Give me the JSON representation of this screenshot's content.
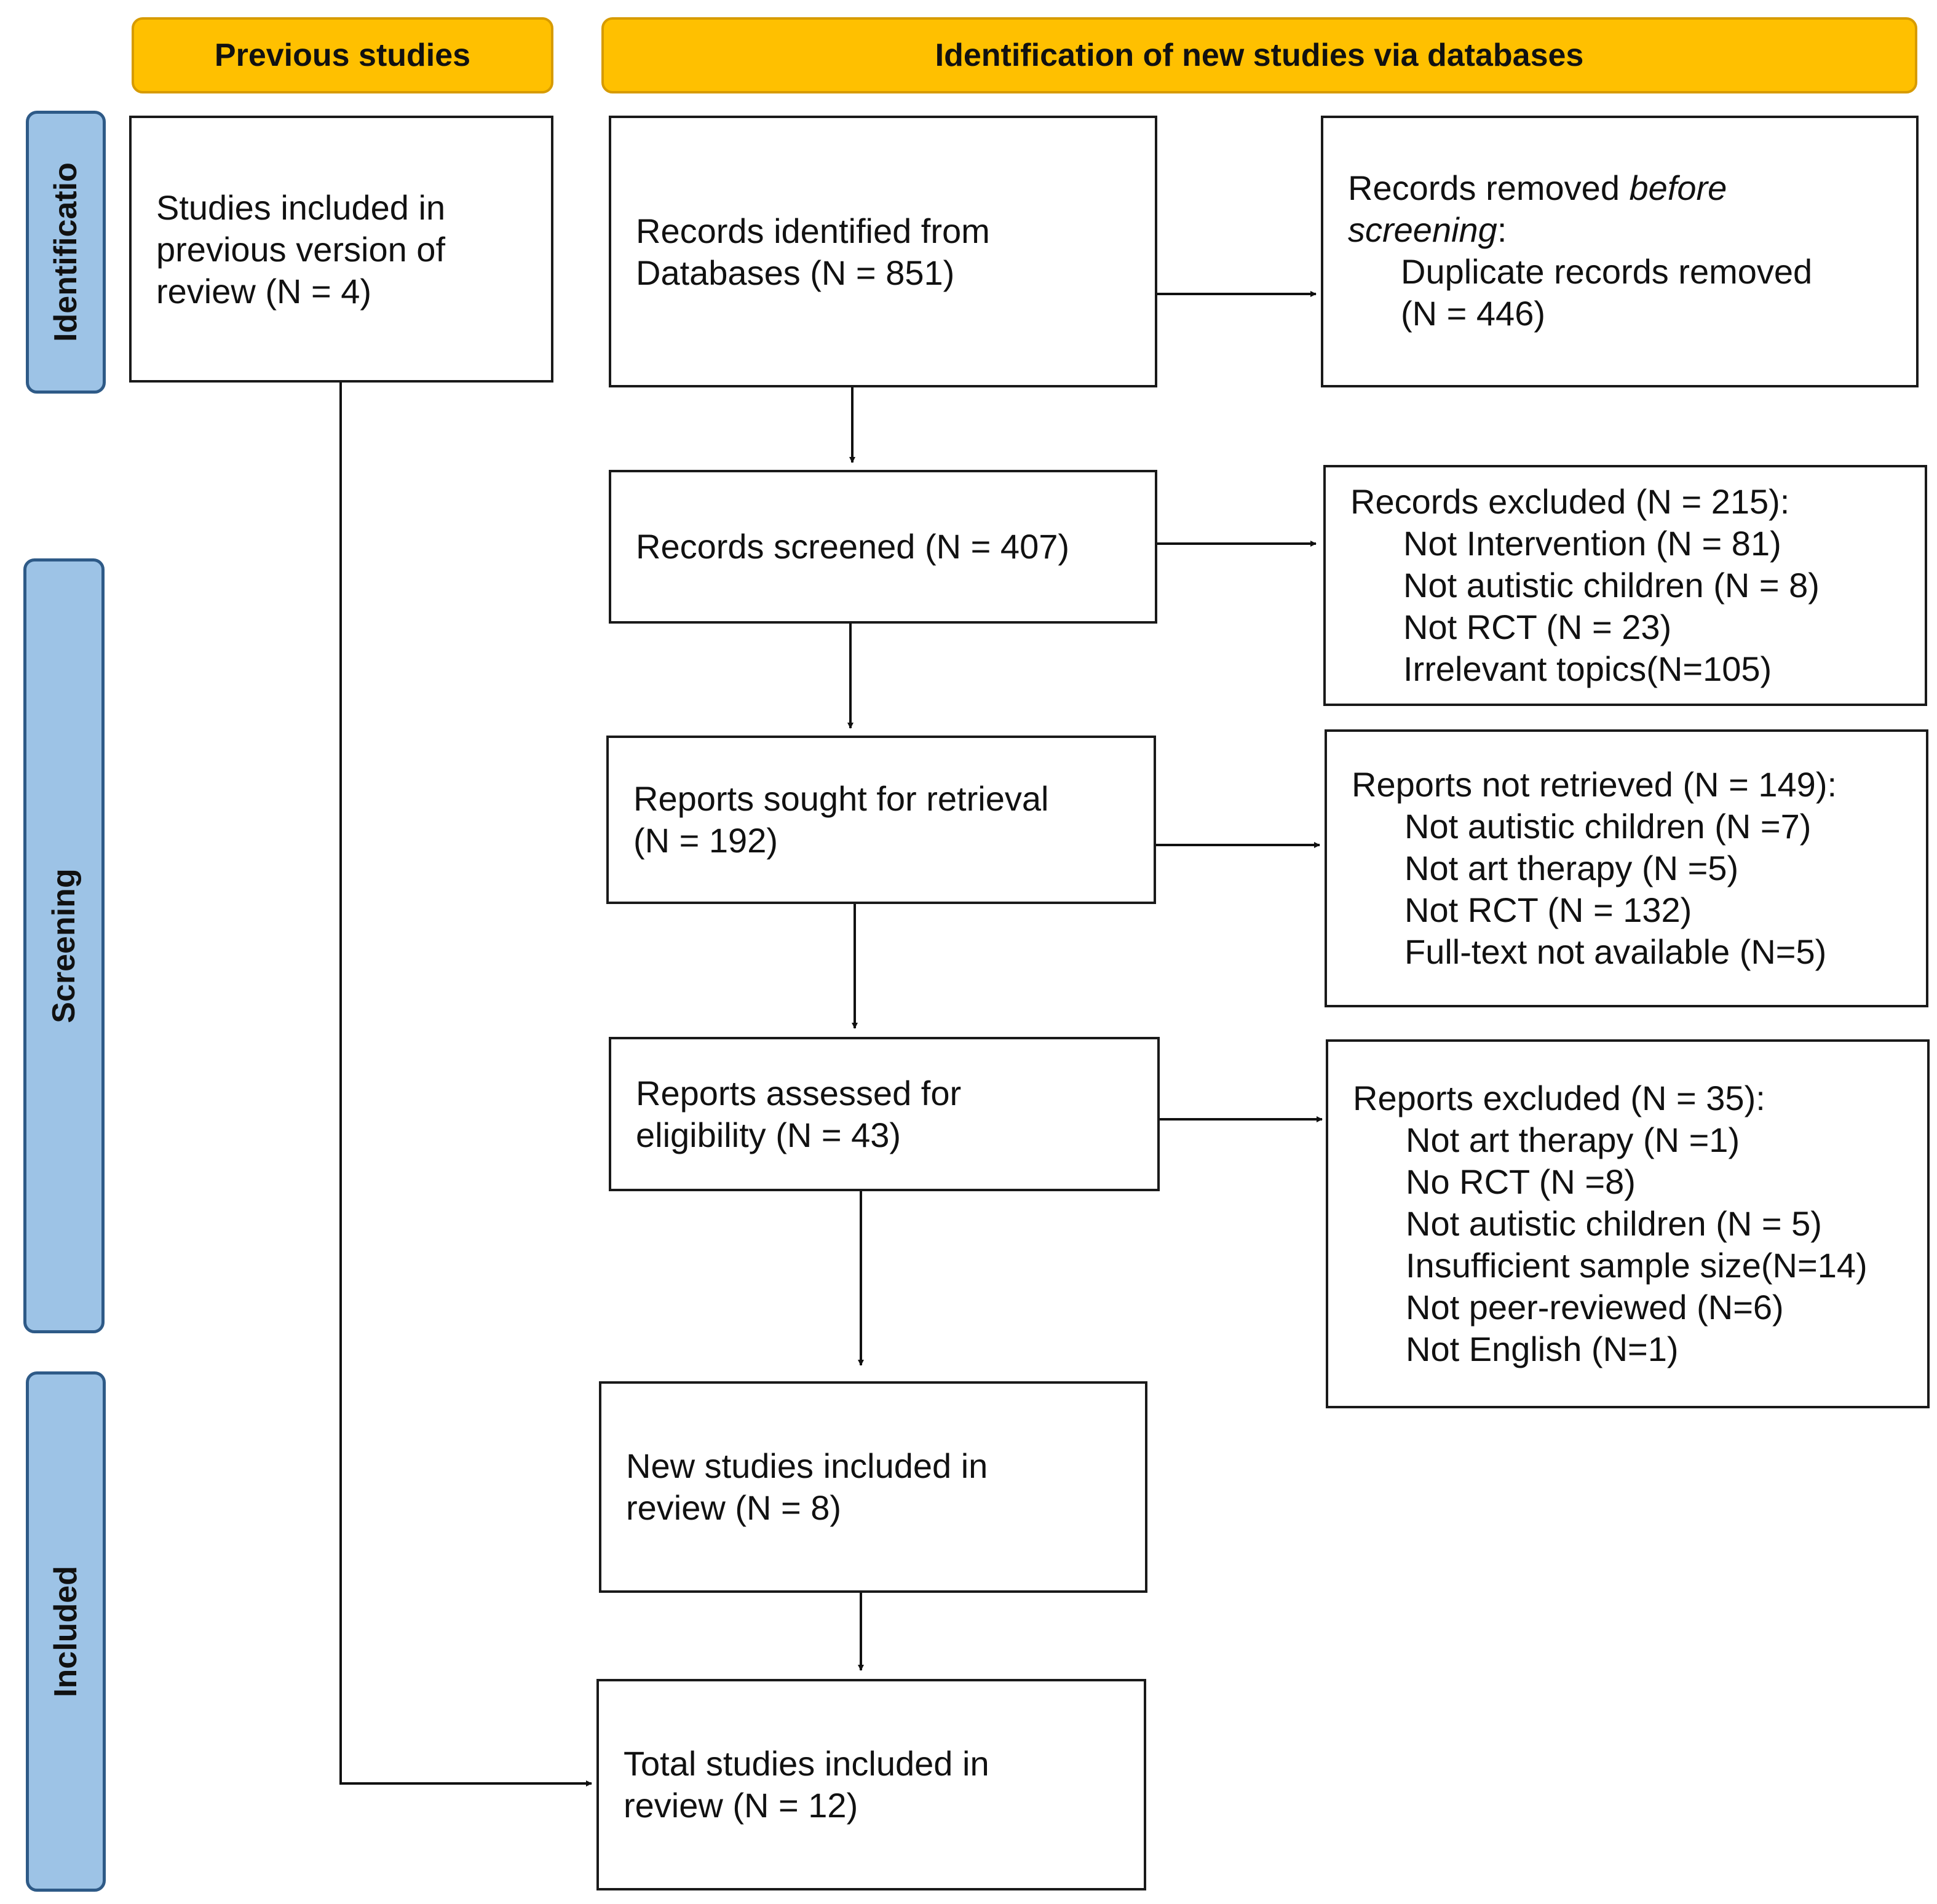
{
  "headers": {
    "previous": "Previous studies",
    "new": "Identification of new studies via databases"
  },
  "phases": {
    "identification": "Identificatio",
    "screening": "Screening",
    "included": "Included"
  },
  "boxes": {
    "previous_included": [
      "Studies included in",
      "previous version of",
      "review (N = 4)"
    ],
    "records_identified": [
      "Records identified from",
      "Databases (N = 851)"
    ],
    "records_removed": {
      "line1_prefix": "Records removed ",
      "line1_italic": "before",
      "line2_italic": "screening",
      "line2_suffix": ":",
      "items": [
        "Duplicate records removed",
        "(N = 446)"
      ]
    },
    "records_screened": [
      "Records screened (N = 407)"
    ],
    "records_excluded": {
      "title": "Records excluded (N = 215):",
      "items": [
        "Not Intervention (N = 81)",
        "Not autistic children (N = 8)",
        "Not RCT (N = 23)",
        "Irrelevant topics(N=105)"
      ]
    },
    "reports_sought": [
      "Reports sought for retrieval",
      "(N = 192)"
    ],
    "reports_not_retrieved": {
      "title": "Reports not retrieved (N = 149):",
      "items": [
        "Not autistic children (N =7)",
        "Not art therapy (N =5)",
        "Not RCT (N = 132)",
        "Full-text not available (N=5)"
      ]
    },
    "reports_assessed": [
      "Reports assessed for",
      "eligibility (N = 43)"
    ],
    "reports_excluded": {
      "title": "Reports excluded (N = 35):",
      "items": [
        "Not art therapy (N =1)",
        "No RCT (N =8)",
        "Not autistic children (N = 5)",
        "Insufficient sample size(N=14)",
        "Not peer-reviewed (N=6)",
        "Not English (N=1)"
      ]
    },
    "new_included": [
      "New studies included in",
      "review (N = 8)"
    ],
    "total_included": [
      "Total studies included in",
      "review (N = 12)"
    ]
  }
}
